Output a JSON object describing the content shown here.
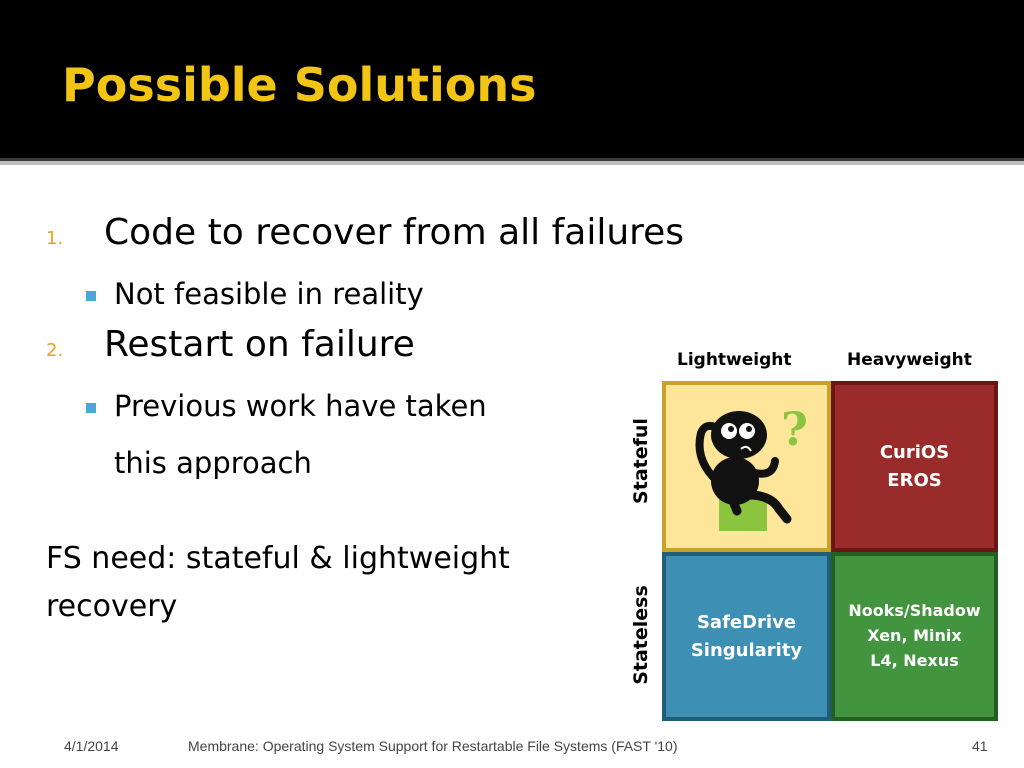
{
  "slide": {
    "title": "Possible Solutions",
    "list": [
      {
        "number": "1.",
        "text": "Code to recover from all failures",
        "sub": [
          "Not feasible in reality"
        ]
      },
      {
        "number": "2.",
        "text": "Restart on failure",
        "sub": [
          "Previous work have taken",
          "this approach"
        ]
      }
    ],
    "paragraph": [
      "FS need: stateful & lightweight",
      "recovery"
    ]
  },
  "matrix": {
    "columns": [
      "Lightweight",
      "Heavyweight"
    ],
    "rows": [
      "Stateful",
      "Stateless"
    ],
    "cells": {
      "stateful_lightweight": {
        "icon": "thinking-figure-question-mark-icon"
      },
      "stateful_heavyweight": [
        "CuriOS",
        "EROS"
      ],
      "stateless_lightweight": [
        "SafeDrive",
        "Singularity"
      ],
      "stateless_heavyweight": [
        "Nooks/Shadow",
        "Xen, Minix",
        "L4, Nexus"
      ]
    },
    "colors": {
      "cell_tl": "#fde59a",
      "cell_tr": "#9a2b2b",
      "cell_bl": "#3d8fb3",
      "cell_br": "#43943f"
    }
  },
  "footer": {
    "date": "4/1/2014",
    "caption": "Membrane: Operating System Support for Restartable File Systems (FAST '10)",
    "page": "41"
  },
  "colors": {
    "header_bg": "#000000",
    "title": "#f2c413",
    "number": "#e8a21a",
    "bullet": "#4aa6d6"
  }
}
